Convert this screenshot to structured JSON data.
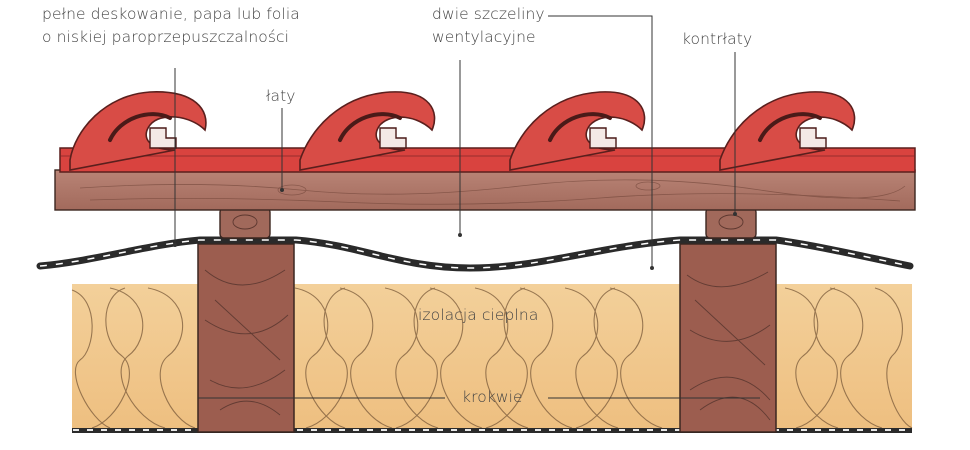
{
  "labels": {
    "pelne_line1": "pełne deskowanie, papa lub folia",
    "pelne_line2": "o niskiej paroprzepuszczalności",
    "szczeliny_line1": "dwie szczeliny",
    "szczeliny_line2": "wentylacyjne",
    "kontrlaty": "kontrłaty",
    "laty": "łaty",
    "izolacja": "izolacja cieplna",
    "krokwie": "krokwie"
  },
  "colors": {
    "tile_red": "#d9413f",
    "tile_dark": "#8a2a2a",
    "wood_brown": "#a0685a",
    "rafter": "#9b5a4c",
    "insulation": "#f0c98e",
    "leader": "#333333"
  }
}
